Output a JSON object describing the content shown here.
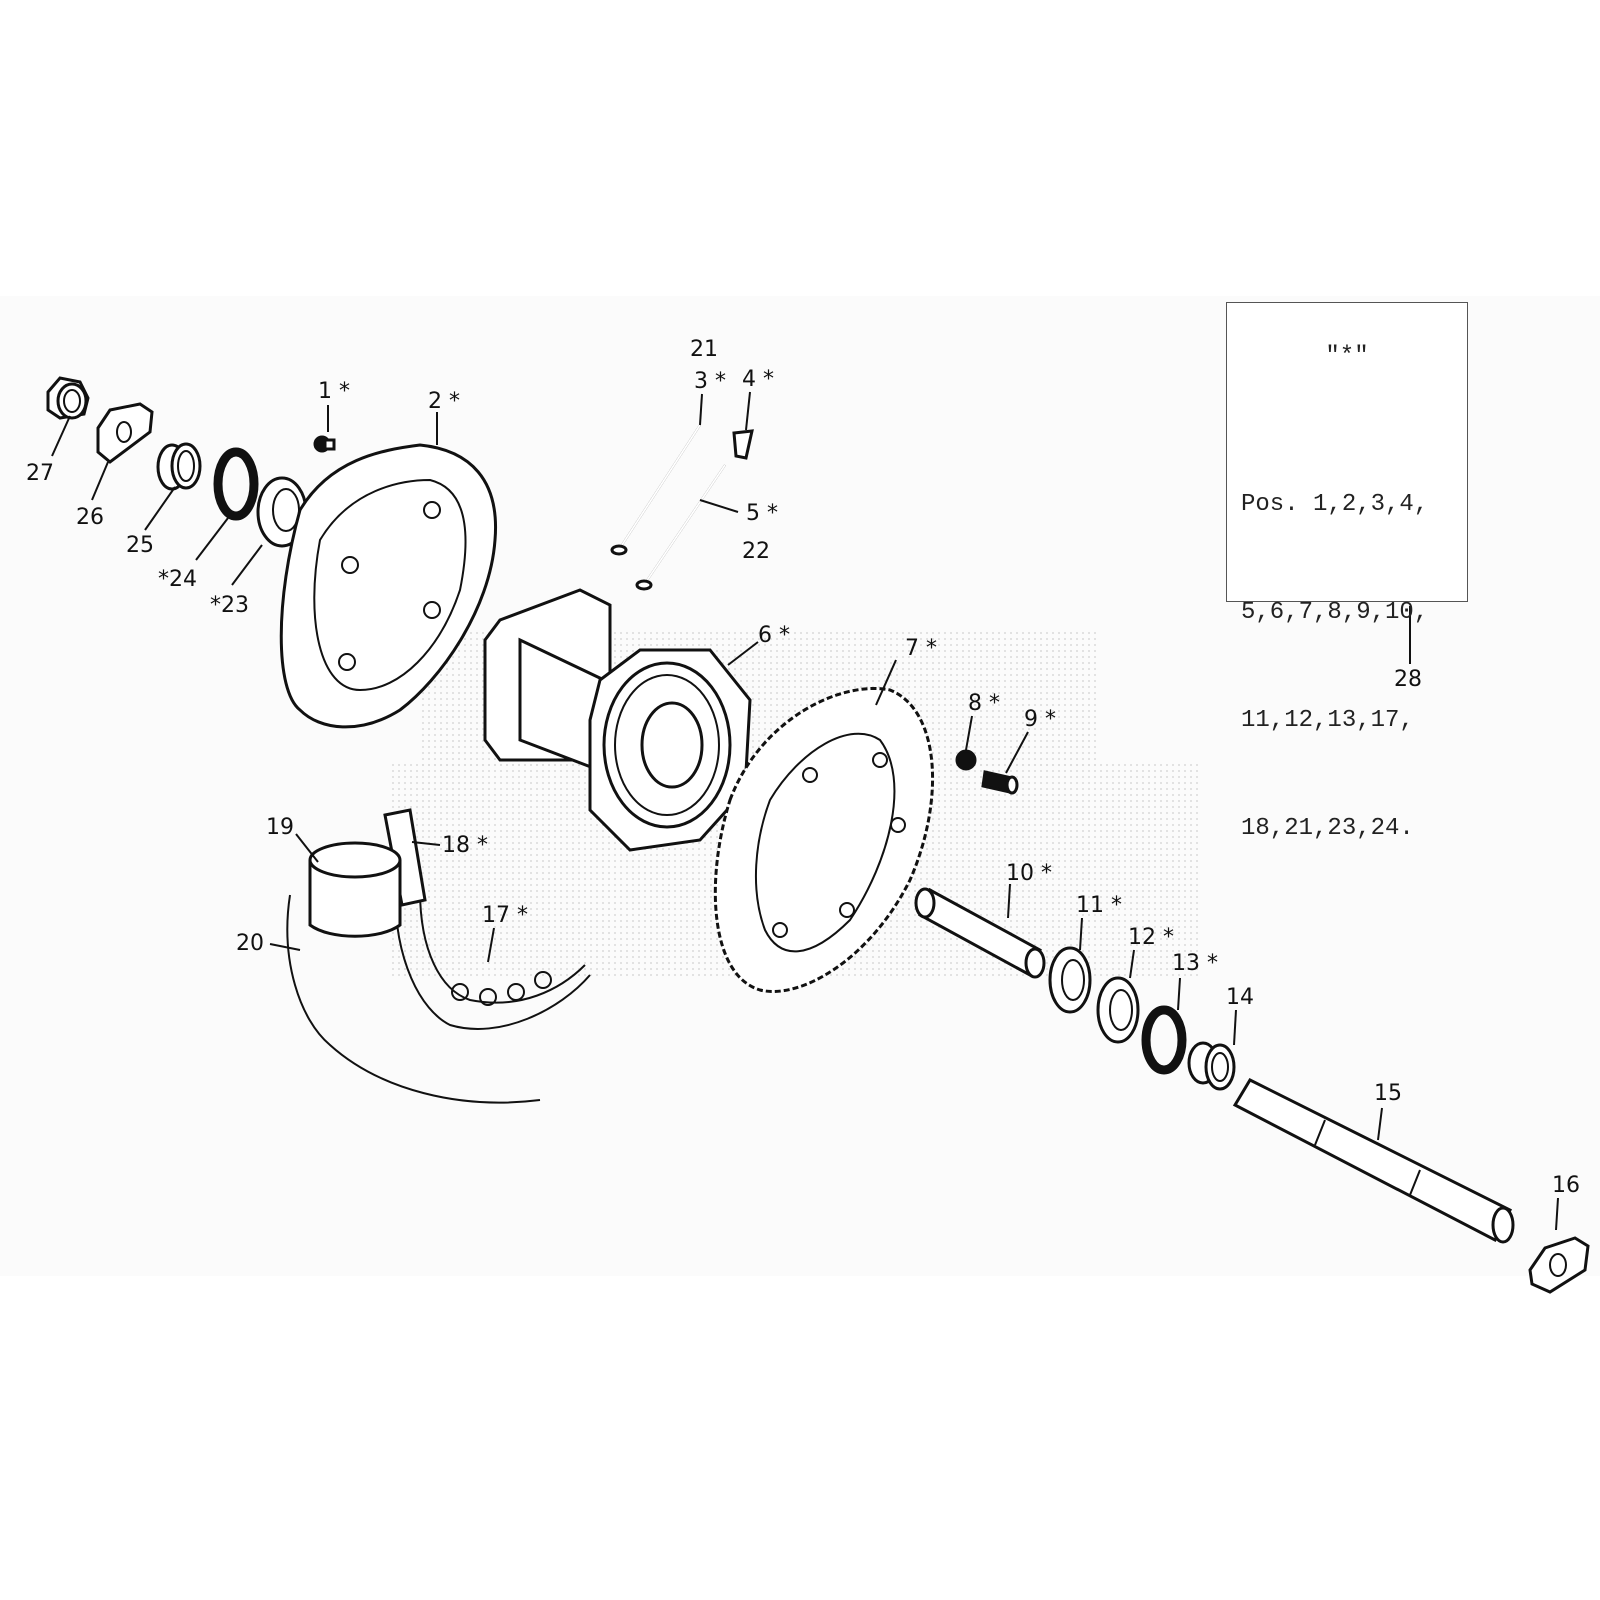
{
  "diagram": {
    "title": "Rear wheel hub exploded parts view",
    "callouts": [
      {
        "id": "1",
        "text": "1 *"
      },
      {
        "id": "2",
        "text": "2 *"
      },
      {
        "id": "3",
        "text": "3 *"
      },
      {
        "id": "4",
        "text": "4 *"
      },
      {
        "id": "5",
        "text": "5 *"
      },
      {
        "id": "6",
        "text": "6 *"
      },
      {
        "id": "7",
        "text": "7 *"
      },
      {
        "id": "8",
        "text": "8 *"
      },
      {
        "id": "9",
        "text": "9 *"
      },
      {
        "id": "10",
        "text": "10 *"
      },
      {
        "id": "11",
        "text": "11 *"
      },
      {
        "id": "12",
        "text": "12 *"
      },
      {
        "id": "13",
        "text": "13 *"
      },
      {
        "id": "14",
        "text": "14"
      },
      {
        "id": "15",
        "text": "15"
      },
      {
        "id": "16",
        "text": "16"
      },
      {
        "id": "17",
        "text": "17 *"
      },
      {
        "id": "18",
        "text": "18 *"
      },
      {
        "id": "19",
        "text": "19"
      },
      {
        "id": "20",
        "text": "20"
      },
      {
        "id": "21",
        "text": "21"
      },
      {
        "id": "22",
        "text": "22"
      },
      {
        "id": "23",
        "text": "*23"
      },
      {
        "id": "24",
        "text": "*24"
      },
      {
        "id": "25",
        "text": "25"
      },
      {
        "id": "26",
        "text": "26"
      },
      {
        "id": "27",
        "text": "27"
      },
      {
        "id": "28",
        "text": "28"
      }
    ],
    "note": {
      "title": "\"*\"",
      "lines": [
        "Pos. 1,2,3,4,",
        "5,6,7,8,9,10,",
        "11,12,13,17,",
        "18,21,23,24."
      ]
    }
  }
}
